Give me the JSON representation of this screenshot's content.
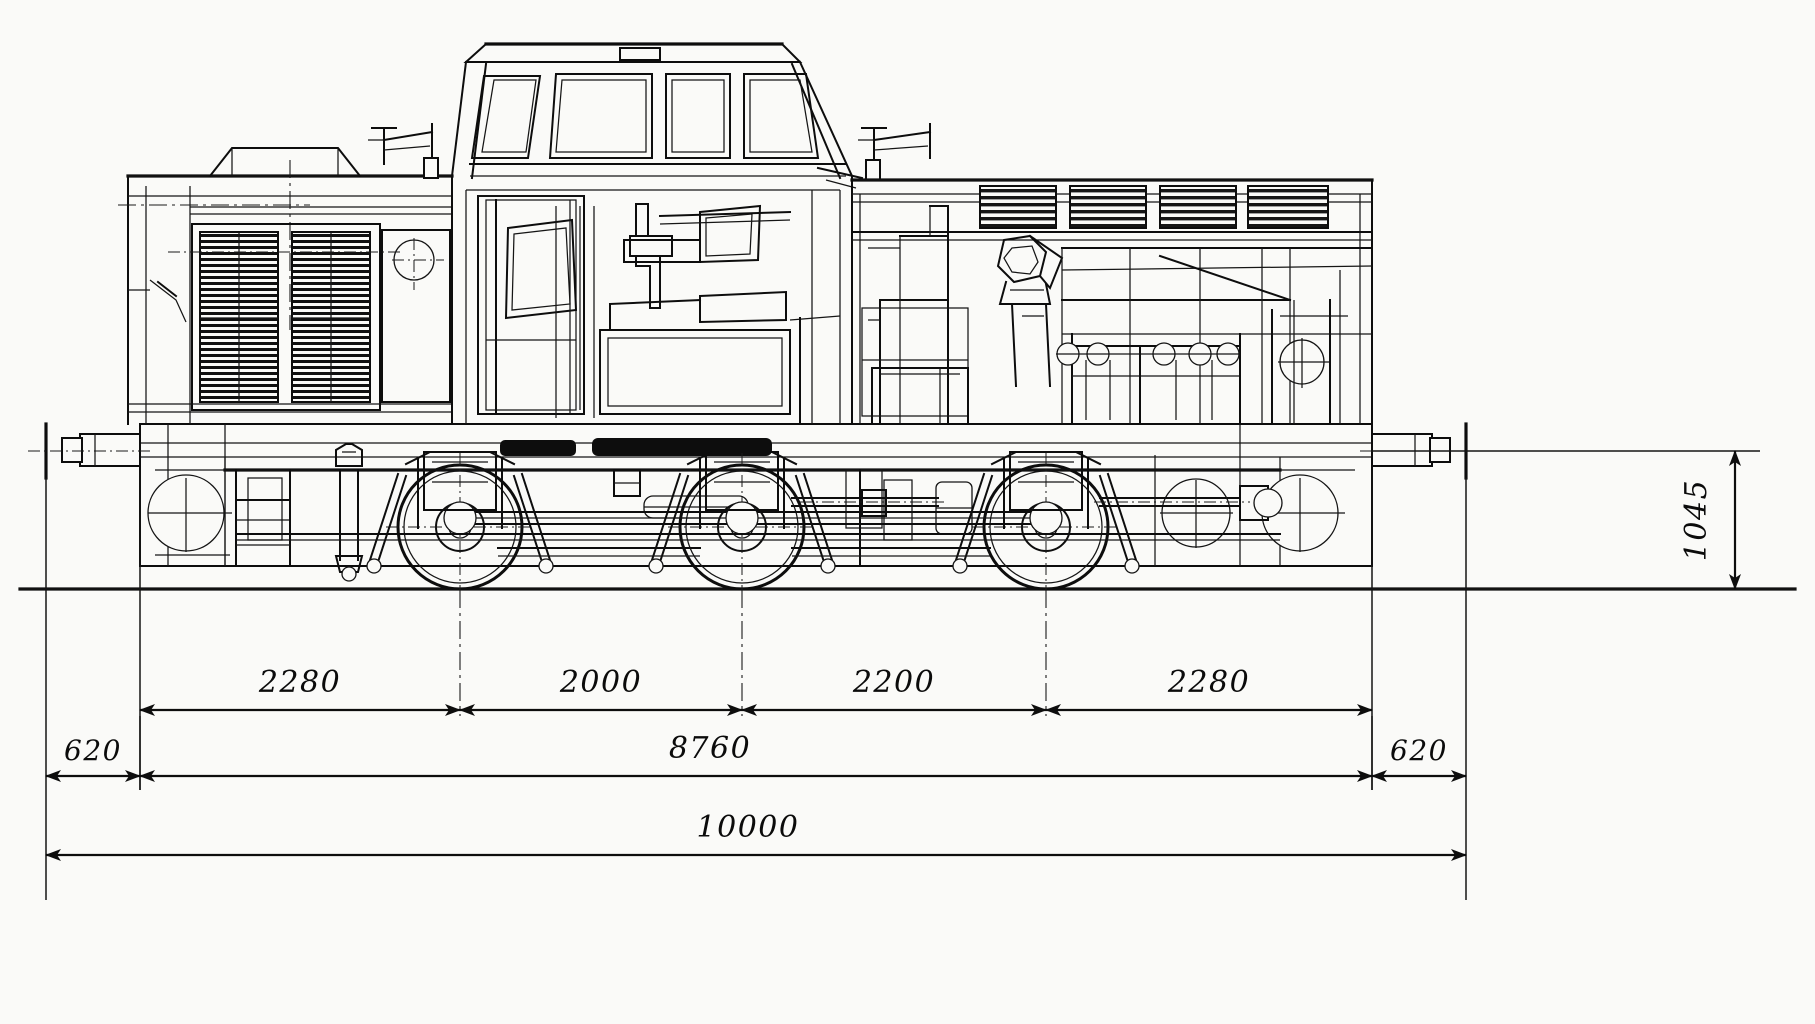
{
  "drawing": {
    "kind": "locomotive-side-elevation",
    "title": "",
    "units": "mm",
    "background_color": "#fafaf8",
    "line_color": "#0d0d0d"
  },
  "dimensions": {
    "axle_spacings": [
      {
        "name": "front-overhang-to-axle1",
        "label": "2280"
      },
      {
        "name": "axle1-to-axle2",
        "label": "2000"
      },
      {
        "name": "axle2-to-axle3",
        "label": "2200"
      },
      {
        "name": "axle3-to-rear-overhang",
        "label": "2280"
      }
    ],
    "buffer_left": {
      "name": "left-buffer-projection",
      "label": "620"
    },
    "buffer_right": {
      "name": "right-buffer-projection",
      "label": "620"
    },
    "over_frame": {
      "name": "length-over-frame",
      "label": "8760"
    },
    "over_buffers": {
      "name": "length-over-buffers",
      "label": "10000"
    },
    "height_vertical": {
      "name": "wheel-centre-height",
      "label": "1045"
    }
  },
  "features": {
    "front_hood": "radiator-grille-panels",
    "cab": "centre-cab-with-driver-seat",
    "rear_hood": "engine-compartment-with-louvres",
    "running_gear": "three-coupled-axles-with-side-rods",
    "buffers": "buffer-and-drawgear-both-ends"
  }
}
